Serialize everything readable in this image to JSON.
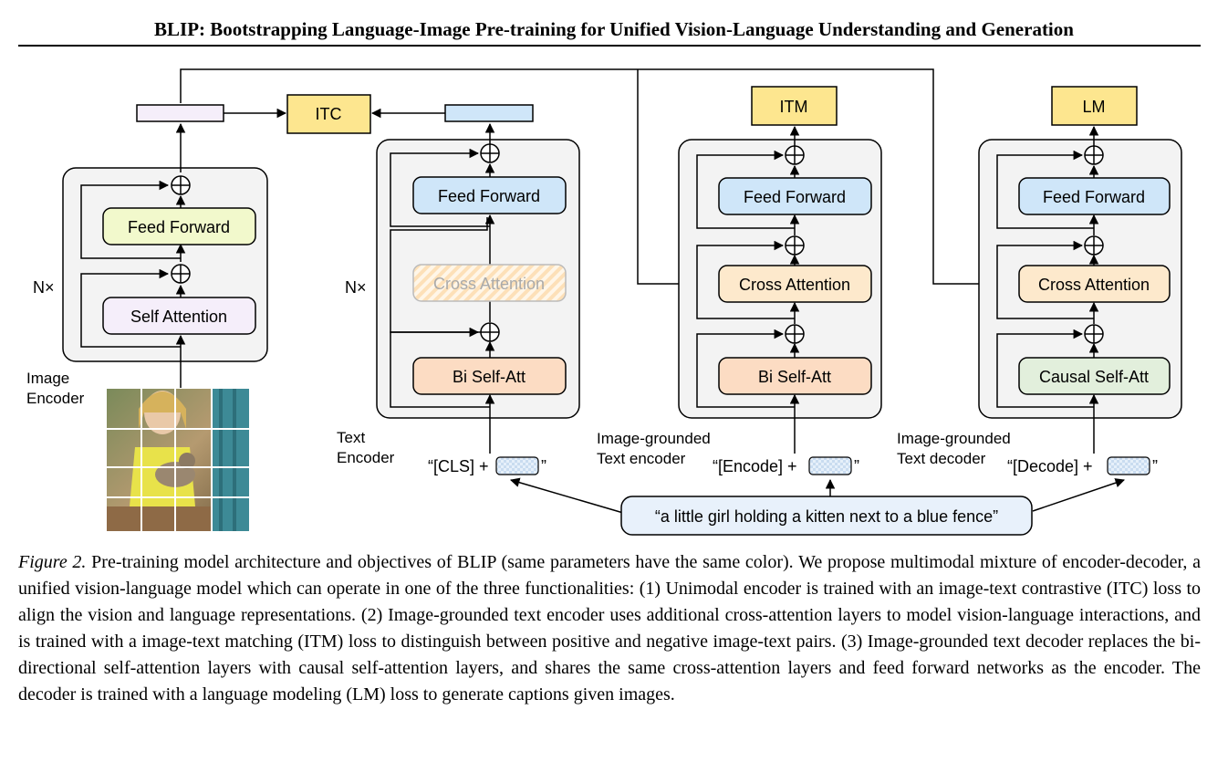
{
  "header": {
    "title": "BLIP: Bootstrapping Language-Image Pre-training for Unified Vision-Language Understanding and Generation"
  },
  "colors": {
    "feed_forward_image": "#f2f9cc",
    "self_attention_image": "#f5eefa",
    "feed_forward_text": "#cfe6f9",
    "bi_self_att": "#fcdcc3",
    "cross_attention": "#fde9cc",
    "causal_self_att": "#e2efdc",
    "objective_box": "#fde68f",
    "module_background": "#f3f3f3",
    "text_token": "#d6e6f5"
  },
  "diagram": {
    "objectives": {
      "itc": "ITC",
      "itm": "ITM",
      "lm": "LM"
    },
    "image_encoder": {
      "label_line1": "Image",
      "label_line2": "Encoder",
      "repeat": "N×",
      "feed_forward": "Feed Forward",
      "self_attention": "Self Attention"
    },
    "text_encoder": {
      "label_line1": "Text",
      "label_line2": "Encoder",
      "repeat": "N×",
      "feed_forward": "Feed Forward",
      "cross_attention": "Cross Attention",
      "bi_self_att": "Bi Self-Att",
      "input_prefix": "“[CLS] +",
      "input_suffix": "”"
    },
    "grounded_encoder": {
      "label_line1": "Image-grounded",
      "label_line2": "Text encoder",
      "feed_forward": "Feed Forward",
      "cross_attention": "Cross Attention",
      "bi_self_att": "Bi Self-Att",
      "input_prefix": "“[Encode] +",
      "input_suffix": "”"
    },
    "grounded_decoder": {
      "label_line1": "Image-grounded",
      "label_line2": "Text decoder",
      "feed_forward": "Feed Forward",
      "cross_attention": "Cross Attention",
      "causal_self_att": "Causal Self-Att",
      "input_prefix": "“[Decode] +",
      "input_suffix": "”"
    },
    "caption_input": "“a little girl holding a kitten next to a blue fence”"
  },
  "caption": {
    "label": "Figure 2.",
    "text": " Pre-training model architecture and objectives of BLIP (same parameters have the same color). We propose multimodal mixture of encoder-decoder, a unified vision-language model which can operate in one of the three functionalities: (1) Unimodal encoder is trained with an image-text contrastive (ITC) loss to align the vision and language representations. (2) Image-grounded text encoder uses additional cross-attention layers to model vision-language interactions, and is trained with a image-text matching (ITM) loss to distinguish between positive and negative image-text pairs. (3) Image-grounded text decoder replaces the bi-directional self-attention layers with causal self-attention layers, and shares the same cross-attention layers and feed forward networks as the encoder. The decoder is trained with a language modeling (LM) loss to generate captions given images."
  }
}
